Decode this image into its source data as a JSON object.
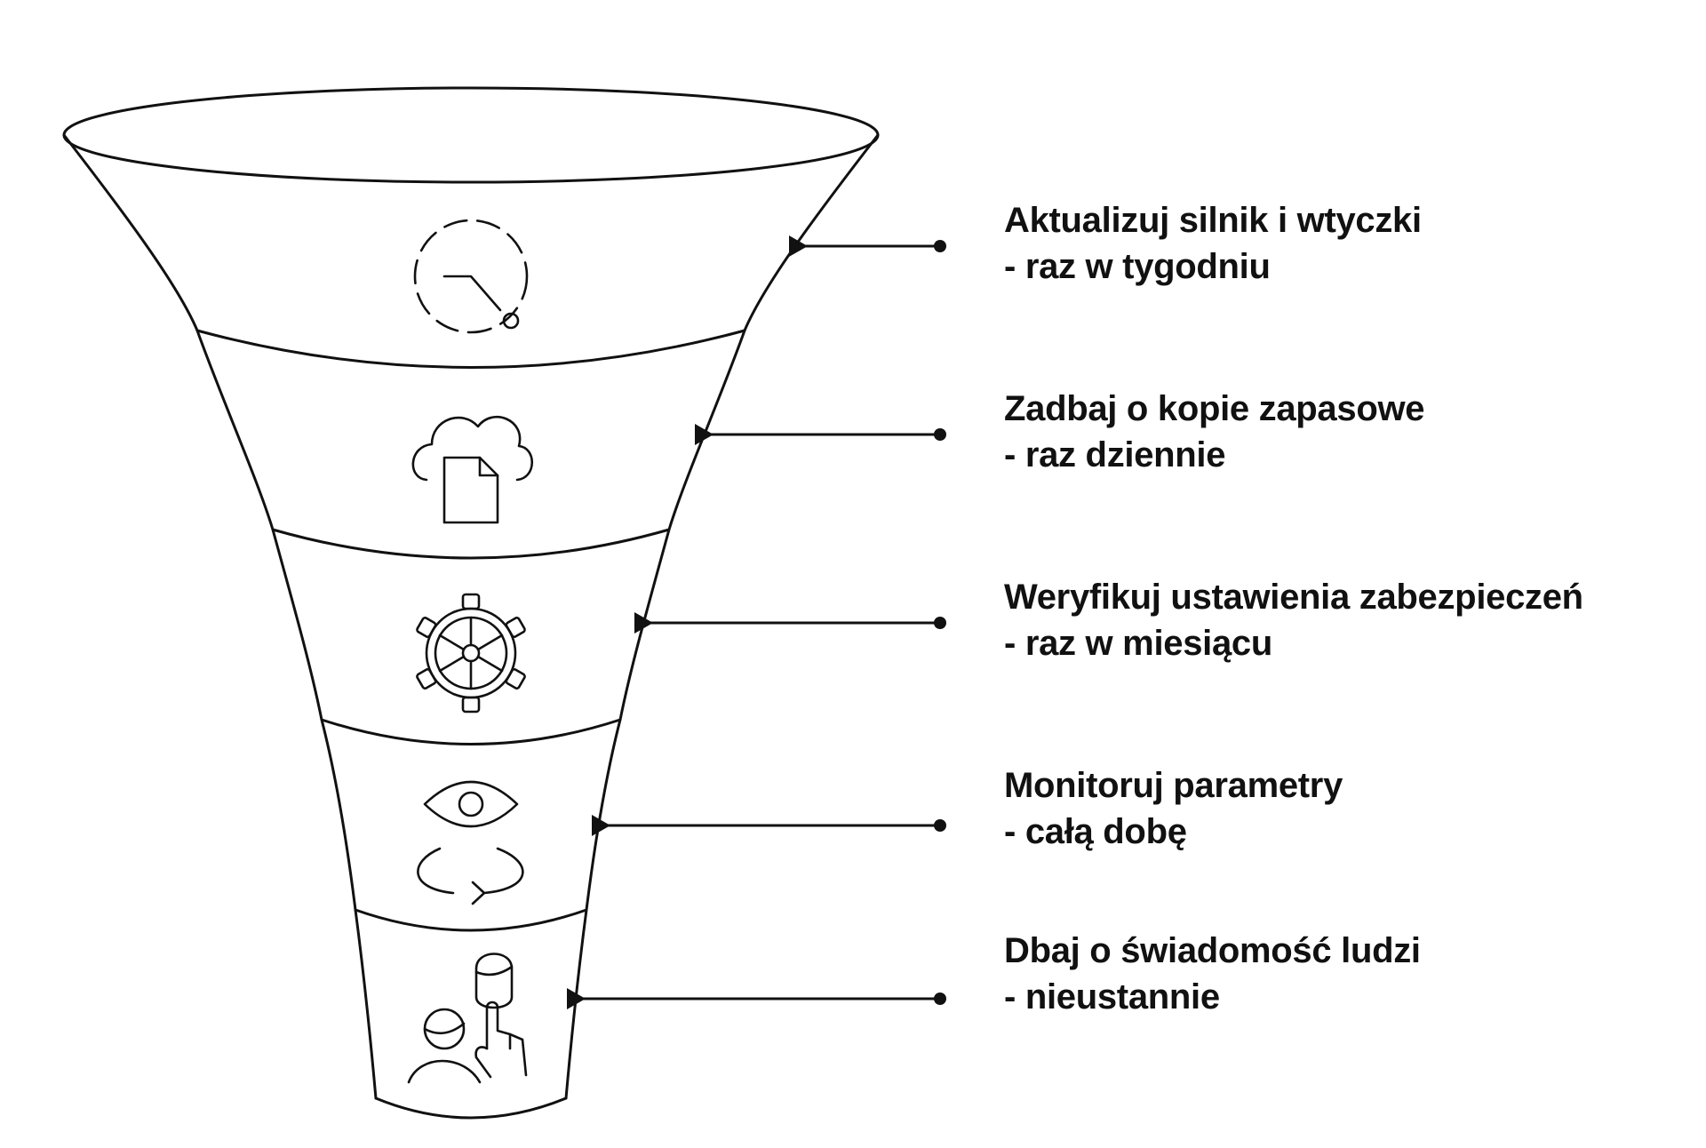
{
  "colors": {
    "ink": "#111111",
    "background": "#ffffff"
  },
  "steps": [
    {
      "icon": "clock-icon",
      "title": "Aktualizuj silnik i wtyczki",
      "frequency": "- raz w tygodniu"
    },
    {
      "icon": "cloud-backup-icon",
      "title": "Zadbaj o kopie zapasowe",
      "frequency": "- raz dziennie"
    },
    {
      "icon": "gear-icon",
      "title": "Weryfikuj ustawienia zabezpieczeń",
      "frequency": "- raz w miesiącu"
    },
    {
      "icon": "eye-monitoring-icon",
      "title": "Monitoruj parametry",
      "frequency": "- całą dobę"
    },
    {
      "icon": "people-icon",
      "title": "Dbaj o świadomość ludzi",
      "frequency": "- nieustannie"
    }
  ]
}
